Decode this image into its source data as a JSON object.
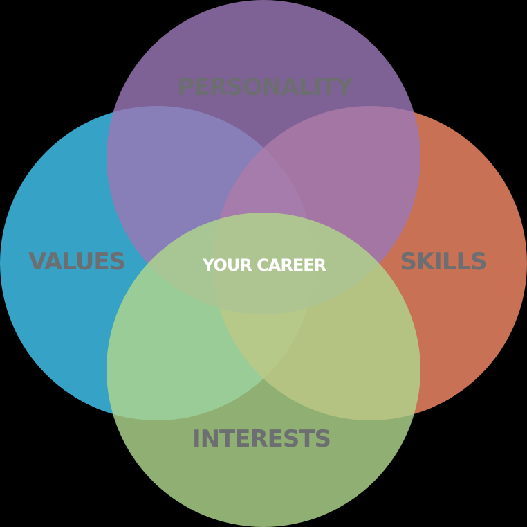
{
  "diagram": {
    "circles": [
      {
        "id": "personality",
        "label": "PERSONALITY",
        "color": "#9B77B6"
      },
      {
        "id": "values",
        "label": "VALUES",
        "color": "#42C6F0"
      },
      {
        "id": "skills",
        "label": "SKILLS",
        "color": "#F48A66"
      },
      {
        "id": "interests",
        "label": "INTERESTS",
        "color": "#B0D68C"
      }
    ],
    "center": {
      "label": "YOUR CAREER",
      "color": "#FFFFFF"
    },
    "label_color": "#6D6E71",
    "circle_opacity": 0.82
  }
}
